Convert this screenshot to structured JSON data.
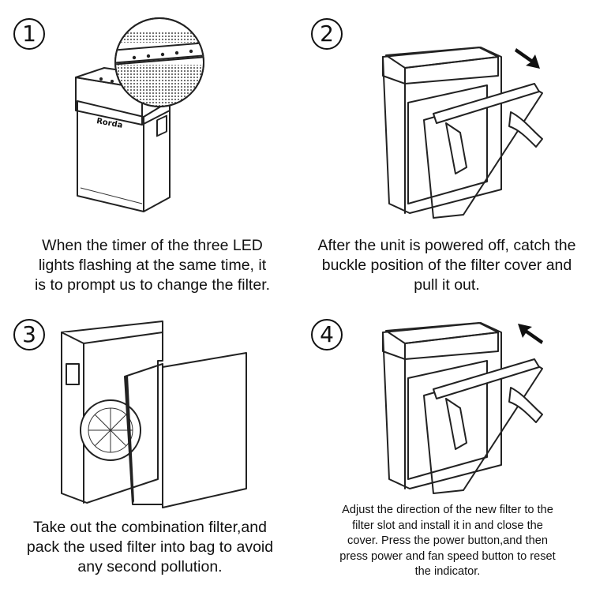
{
  "steps": [
    {
      "number": "1",
      "caption": "When the timer of the three LED\nlights flashing at the same time, it\nis to prompt us to change the filter.",
      "brand_logo": "Rorda",
      "illustration": "air-purifier-front-with-led-panel-zoom"
    },
    {
      "number": "2",
      "caption": "After the unit is powered off, catch the\nbuckle position of the filter cover and\npull it out.",
      "illustration": "hand-pulling-filter-cover",
      "arrow_icon": "arrow-down-right-icon"
    },
    {
      "number": "3",
      "caption": "Take out the combination filter,and\npack the used filter into bag to avoid\nany second pollution.",
      "illustration": "filter-removed-from-unit"
    },
    {
      "number": "4",
      "caption": "Adjust the direction of the new filter to the\nfilter slot and install it in and close the\ncover. Press the power button,and then\npress power and fan speed button to reset\nthe indicator.",
      "illustration": "hand-closing-filter-cover",
      "arrow_icon": "arrow-up-left-icon"
    }
  ]
}
